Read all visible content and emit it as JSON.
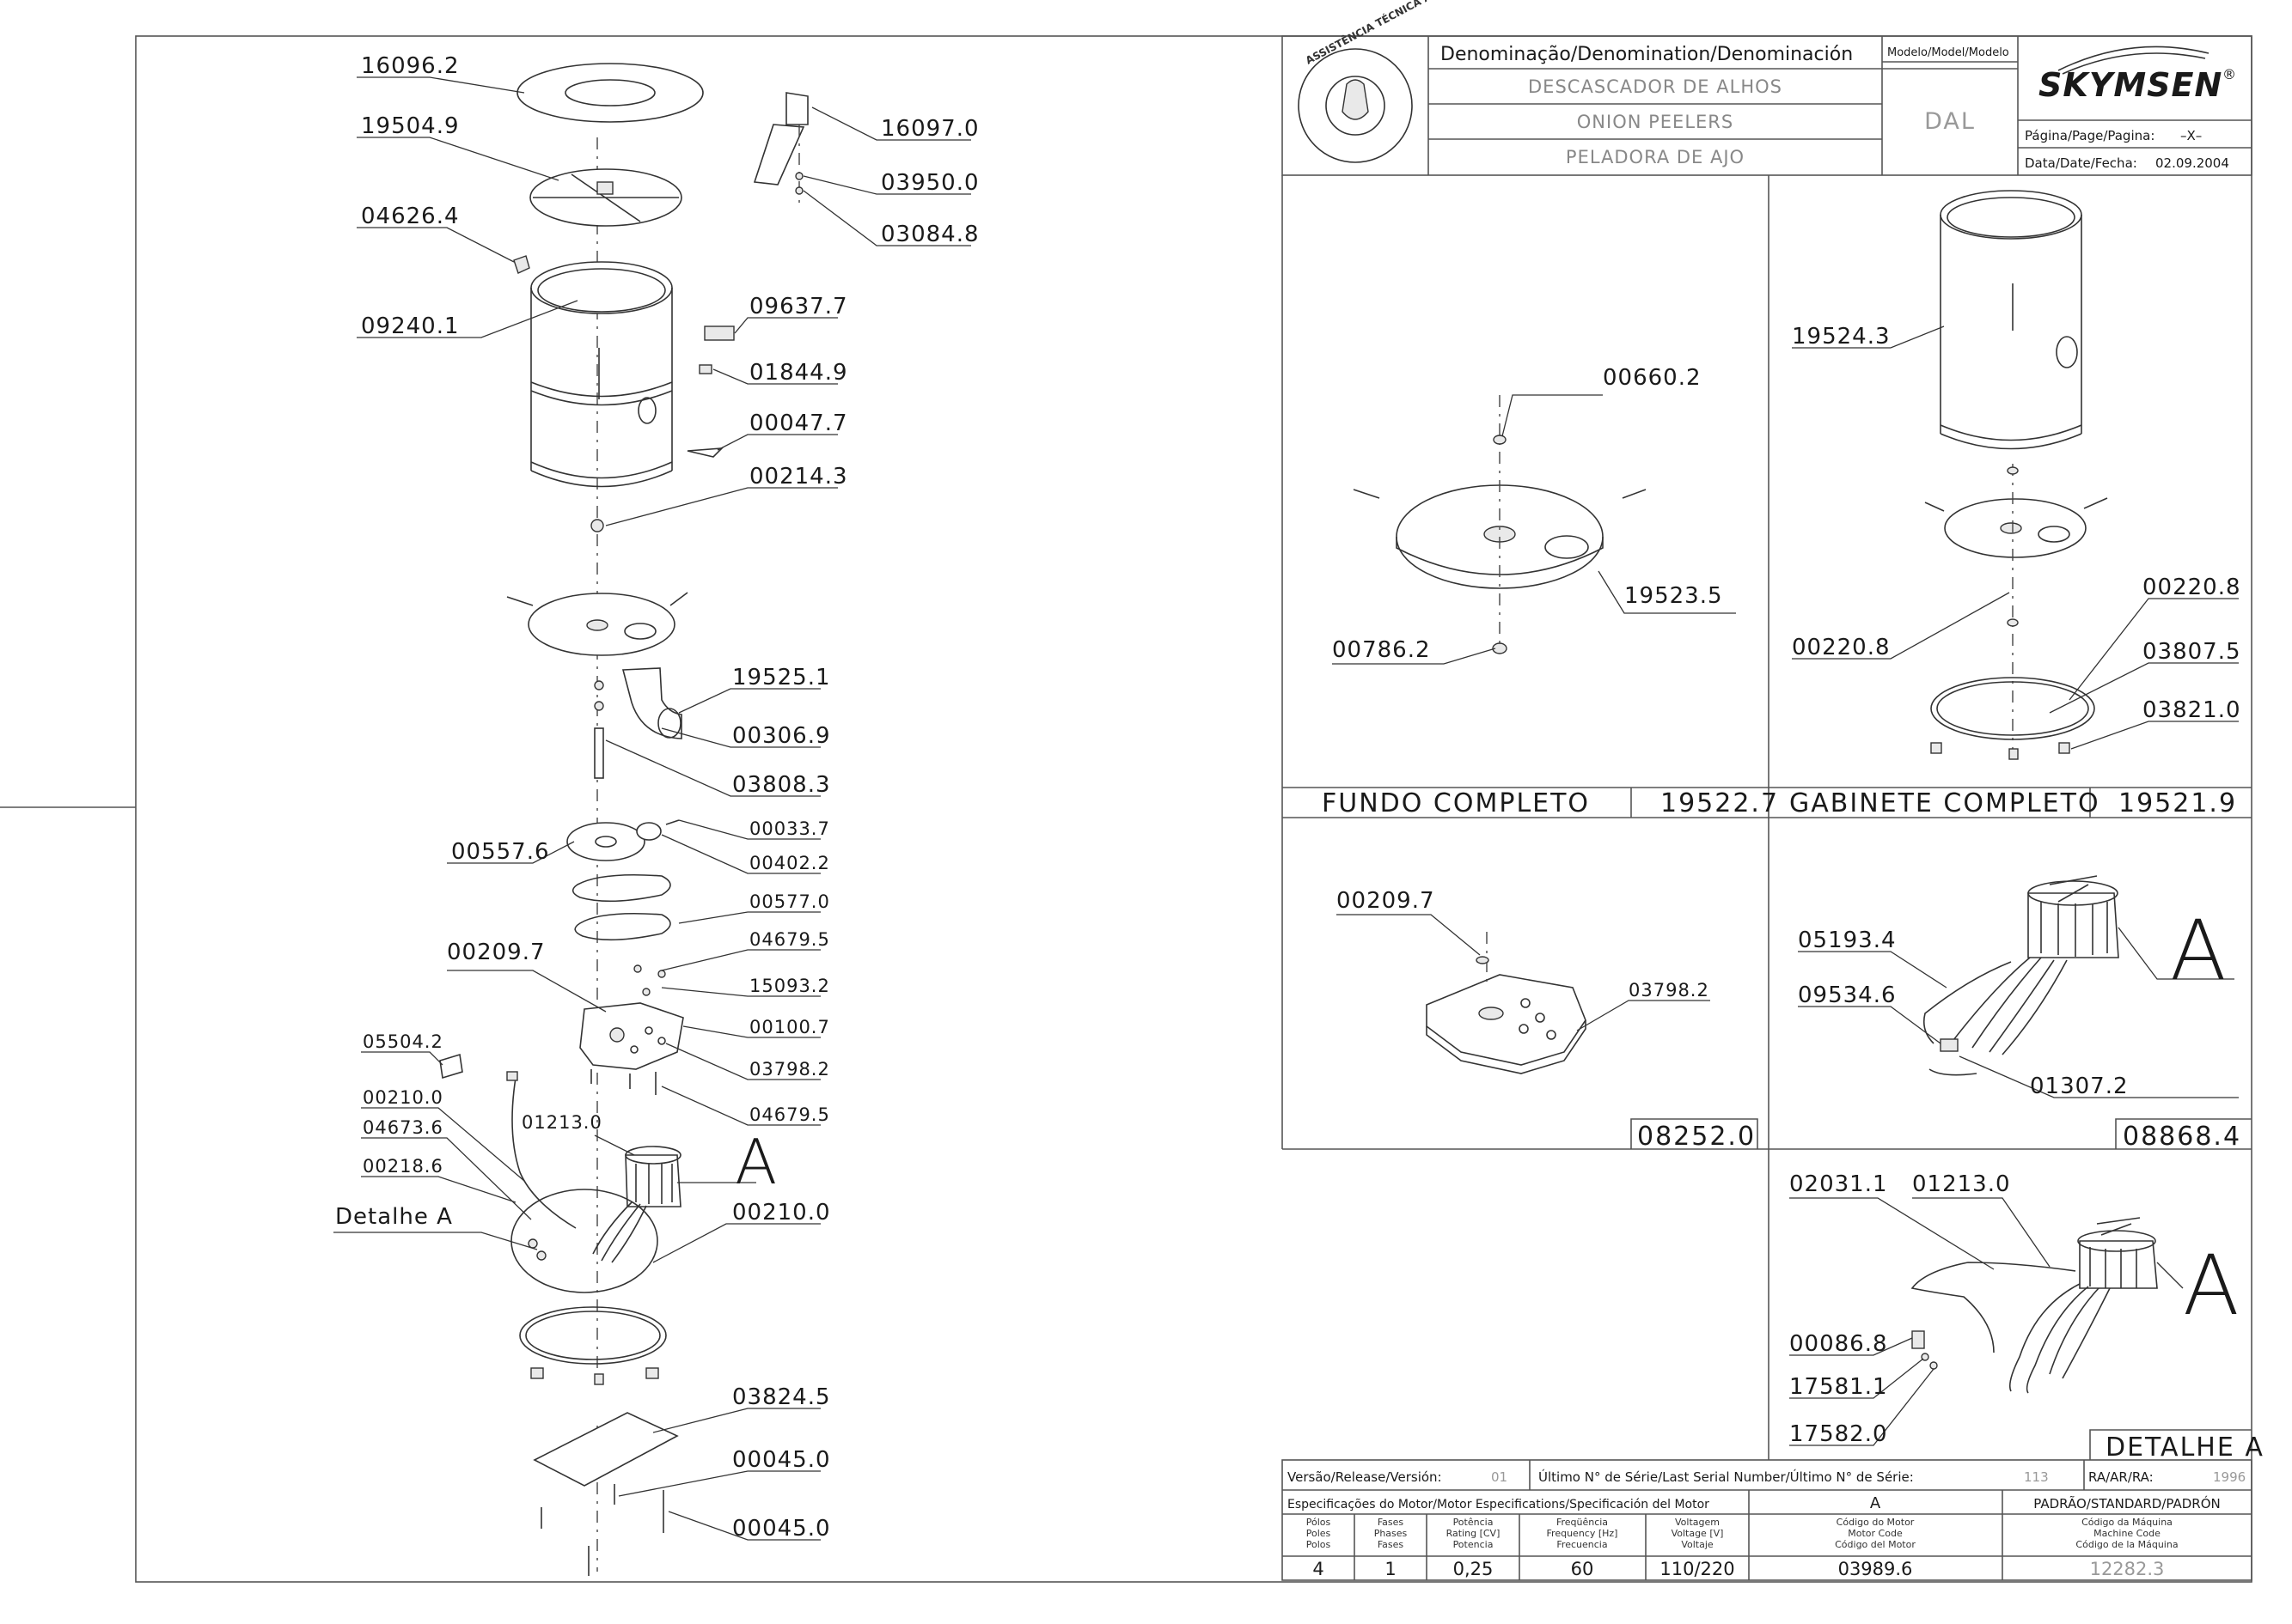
{
  "title_block": {
    "denomination_label": "Denominação/Denomination/Denominación",
    "names": [
      "DESCASCADOR DE ALHOS",
      "ONION PEELERS",
      "PELADORA DE AJO"
    ],
    "model_label": "Modelo/Model/Modelo",
    "model": "DAL",
    "brand": "SKYMSEN",
    "brand_mark": "®",
    "seal_text": "ASSISTÊNCIA TÉCNICA AUTORIZADA",
    "page_label": "Página/Page/Pagina:",
    "page_value": "–X–",
    "date_label": "Data/Date/Fecha:",
    "date_value": "02.09.2004"
  },
  "main_parts": [
    "16096.2",
    "19504.9",
    "04626.4",
    "09240.1",
    "16097.0",
    "03950.0",
    "03084.8",
    "09637.7",
    "01844.9",
    "00047.7",
    "00214.3",
    "19525.1",
    "00306.9",
    "03808.3",
    "00033.7",
    "00557.6",
    "00402.2",
    "00577.0",
    "04679.5",
    "00209.7",
    "15093.2",
    "00100.7",
    "03798.2",
    "05504.2",
    "04679.5",
    "00210.0",
    "01213.0",
    "04673.6",
    "00218.6",
    "00210.0",
    "03824.5",
    "00045.0",
    "00045.0"
  ],
  "main_detail_label": "Detalhe A",
  "main_detail_letter": "A",
  "panels": {
    "fundo": {
      "title": "FUNDO COMPLETO",
      "code": "19522.7",
      "parts": [
        "00660.2",
        "19523.5",
        "00786.2"
      ]
    },
    "gabinete": {
      "title": "GABINETE COMPLETO",
      "code": "19521.9",
      "parts": [
        "19524.3",
        "00220.8",
        "00220.8",
        "03807.5",
        "03821.0"
      ]
    },
    "base": {
      "code": "08252.0",
      "parts": [
        "00209.7",
        "03798.2"
      ]
    },
    "motor": {
      "code": "08868.4",
      "letter": "A",
      "parts": [
        "05193.4",
        "09534.6",
        "01307.2"
      ]
    },
    "detail": {
      "title": "DETALHE A",
      "letter": "A",
      "parts": [
        "02031.1",
        "01213.0",
        "00086.8",
        "17581.1",
        "17582.0"
      ]
    }
  },
  "release_row": {
    "version_label": "Versão/Release/Versión:",
    "version_value": "01",
    "serial_label": "Último N° de Série/Last Serial Number/Último N° de Série:",
    "serial_value": "113",
    "ra_label": "RA/AR/RA:",
    "ra_value": "1996"
  },
  "motor_spec": {
    "title": "Especificações do Motor/Motor Especifications/Specificación del Motor",
    "motor_letter": "A",
    "standard_label": "PADRÃO/STANDARD/PADRÓN",
    "headers": [
      [
        "Pólos",
        "Poles",
        "Polos"
      ],
      [
        "Fases",
        "Phases",
        "Fases"
      ],
      [
        "Potência",
        "Rating [CV]",
        "Potencia"
      ],
      [
        "Freqüência",
        "Frequency [Hz]",
        "Frecuencia"
      ],
      [
        "Voltagem",
        "Voltage [V]",
        "Voltaje"
      ],
      [
        "Código do Motor",
        "Motor Code",
        "Código del Motor"
      ],
      [
        "Código da Máquina",
        "Machine Code",
        "Código de la Máquina"
      ]
    ],
    "values": [
      "4",
      "1",
      "0,25",
      "60",
      "110/220",
      "03989.6",
      "12282.3"
    ]
  },
  "colors": {
    "line": "#333333",
    "muted": "#999999",
    "background": "#ffffff"
  }
}
